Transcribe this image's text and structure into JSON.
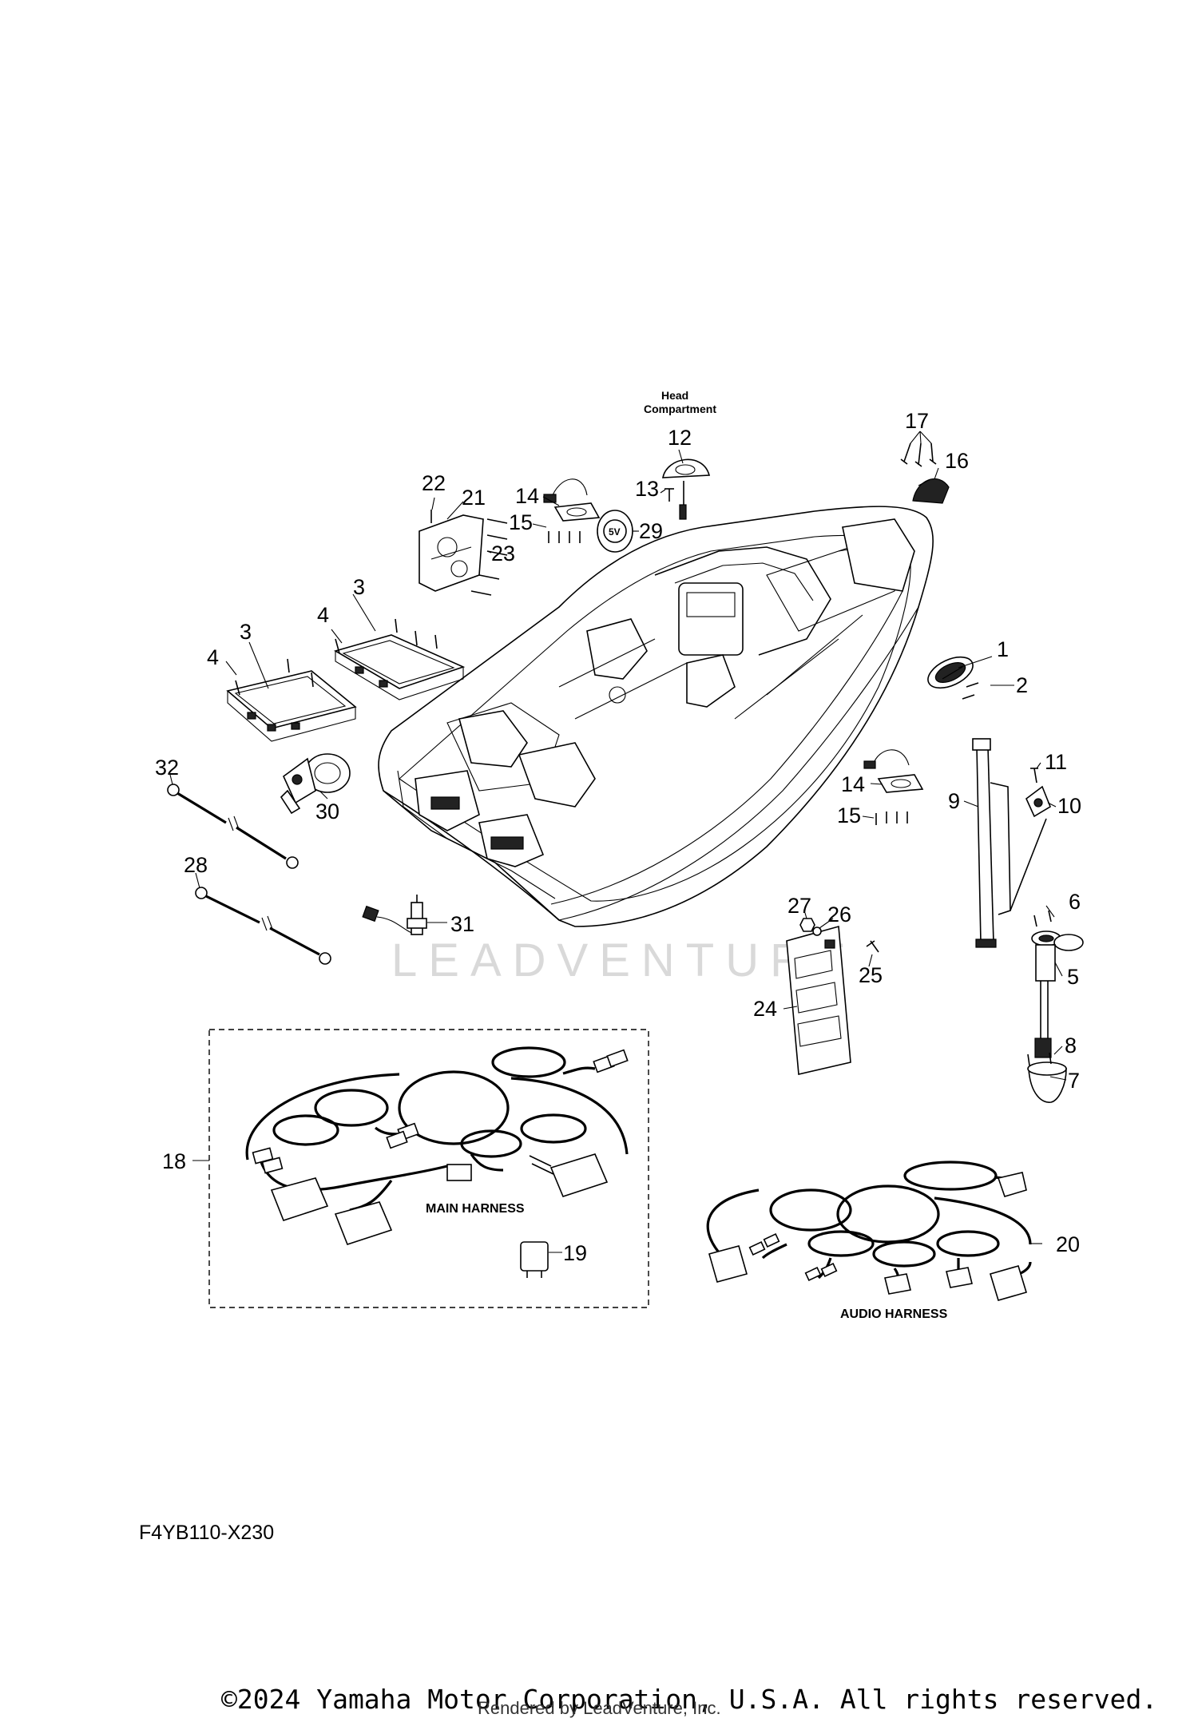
{
  "header": {
    "compartment_label_line1": "Head",
    "compartment_label_line2": "Compartment"
  },
  "callouts": [
    "1",
    "2",
    "3",
    "3",
    "4",
    "4",
    "5",
    "6",
    "7",
    "8",
    "9",
    "10",
    "11",
    "12",
    "13",
    "14",
    "14",
    "15",
    "15",
    "16",
    "17",
    "18",
    "19",
    "20",
    "21",
    "22",
    "23",
    "24",
    "25",
    "26",
    "27",
    "28",
    "29",
    "30",
    "31",
    "32"
  ],
  "harness_labels": {
    "main": "MAIN HARNESS",
    "audio": "AUDIO HARNESS"
  },
  "outlet_label": "5V",
  "watermark": "LEADVENTURE",
  "footer": {
    "diagram_code": "F4YB110-X230",
    "copyright": "©2024 Yamaha Motor Corporation, U.S.A. All rights reserved.",
    "rendered_by": "Rendered by LeadVenture, Inc."
  }
}
